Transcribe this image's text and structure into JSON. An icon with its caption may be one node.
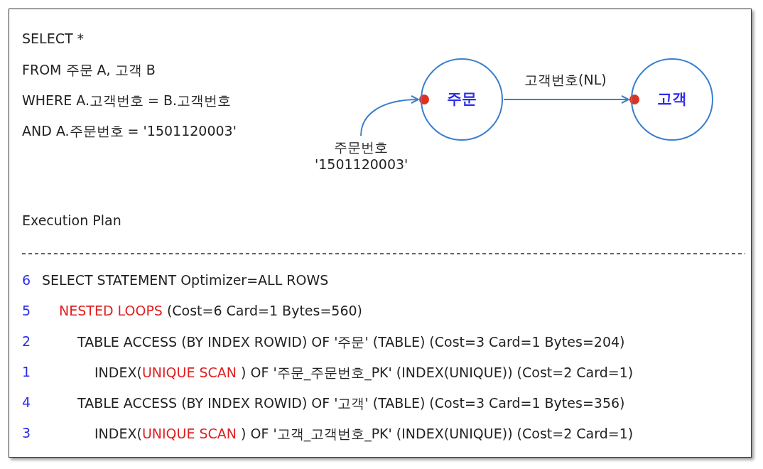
{
  "diagram": {
    "nodes": [
      {
        "text": [
          "주문"
        ]
      },
      {
        "text": [
          "고객"
        ]
      },
      {
        "text": [
          "주문번호 '1501120003'"
        ]
      }
    ],
    "edges": [
      {
        "from": 2,
        "to": 0,
        "arrow": "to"
      },
      {
        "from": 0,
        "to": 1,
        "arrow": "to",
        "label": "고객번호(NL)"
      }
    ],
    "labels": [
      "SELECT *",
      "FROM 주문 A, 고객 B",
      "WHERE A.고객번호 = B.고객번호",
      "AND A.주문번호 = '1501120003'",
      "Execution Plan",
      "6",
      "SELECT STATEMENT Optimizer=ALL ROWS",
      "5",
      "NESTED LOOPS",
      "(Cost=6 Card=1 Bytes=560)",
      "2",
      "TABLE ACCESS (BY INDEX ROWID) OF '주문' (TABLE) (Cost=3 Card=1 Bytes=204)",
      "1",
      "INDEX(",
      "UNIQUE SCAN",
      ") OF '주문_주문번호_PK' (INDEX(UNIQUE)) (Cost=2 Card=1)",
      "4",
      "TABLE ACCESS (BY INDEX ROWID) OF '고객' (TABLE) (Cost=3 Card=1 Bytes=356)",
      "3",
      "INDEX(",
      "UNIQUE SCAN",
      ") OF '고객_고객번호_PK' (INDEX(UNIQUE)) (Cost=2 Card=1)"
    ]
  }
}
